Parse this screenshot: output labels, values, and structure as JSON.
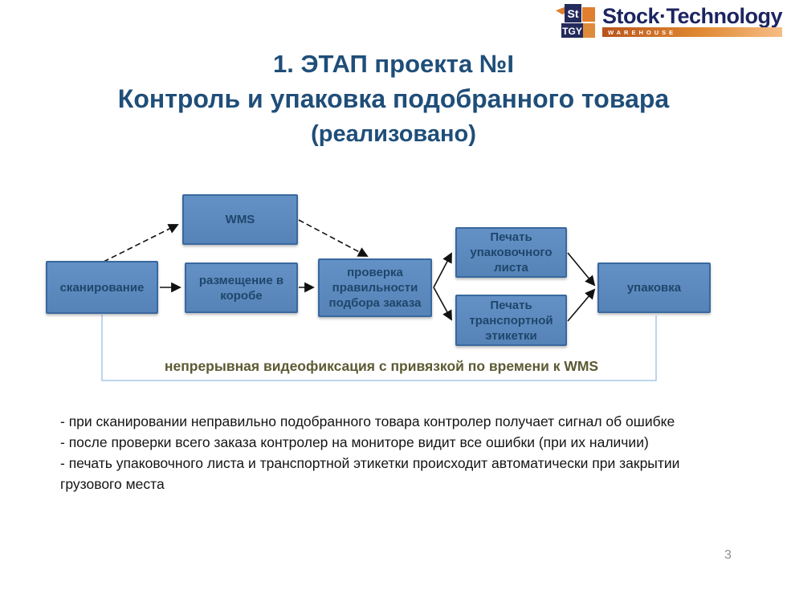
{
  "logo": {
    "brand": "Stock·Technology",
    "sub": "WAREHOUSE",
    "icon_top": "St",
    "icon_bottom": "TGY",
    "colors": {
      "navy": "#1c2560",
      "orange": "#df7f2f"
    }
  },
  "title": {
    "line1": "1. ЭТАП проекта №I",
    "line2": "Контроль и упаковка подобранного товара",
    "line3": "(реализовано)",
    "color": "#1f4e79"
  },
  "diagram": {
    "nodes": [
      {
        "id": "scan",
        "label": "сканирование"
      },
      {
        "id": "wms",
        "label": "WMS"
      },
      {
        "id": "place",
        "label": "размещение в коробе"
      },
      {
        "id": "check",
        "label": "проверка правильности подбора заказа"
      },
      {
        "id": "print_pack",
        "label": "Печать упаковочного листа"
      },
      {
        "id": "print_label",
        "label": "Печать транспортной этикетки"
      },
      {
        "id": "pack",
        "label": "упаковка"
      }
    ],
    "edges": [
      {
        "from": "scan",
        "to": "wms",
        "style": "dashed"
      },
      {
        "from": "wms",
        "to": "check",
        "style": "dashed"
      },
      {
        "from": "scan",
        "to": "place",
        "style": "solid"
      },
      {
        "from": "place",
        "to": "check",
        "style": "solid"
      },
      {
        "from": "check",
        "to": "print_pack",
        "style": "solid"
      },
      {
        "from": "check",
        "to": "print_label",
        "style": "solid"
      },
      {
        "from": "print_pack",
        "to": "pack",
        "style": "solid"
      },
      {
        "from": "print_label",
        "to": "pack",
        "style": "solid"
      }
    ],
    "video_note": "непрерывная видеофиксация с привязкой по времени к WMS",
    "colors": {
      "node_fill": "#5d8ac0",
      "node_border": "#38689e",
      "node_text": "#1f466b",
      "note_text": "#5d5a33",
      "bracket": "#a9c7e8"
    }
  },
  "notes": {
    "items": [
      "- при сканировании неправильно подобранного товара контролер получает сигнал об ошибке",
      "- после проверки всего заказа контролер на мониторе видит все ошибки (при их наличии)",
      "- печать упаковочного листа и транспортной этикетки происходит автоматически при закрытии грузового места"
    ]
  },
  "page_number": "3"
}
